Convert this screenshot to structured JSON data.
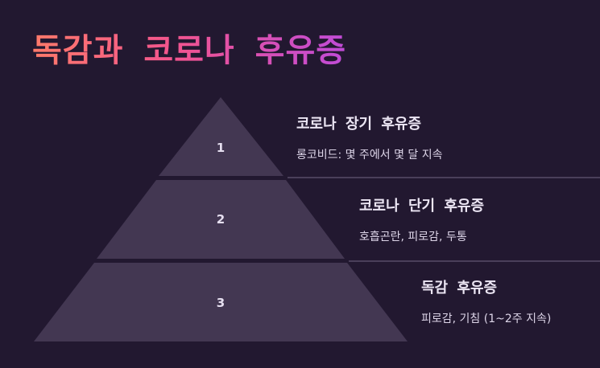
{
  "title": "독감과 코로나 후유증",
  "colors": {
    "background": "#221830",
    "tier_fill": "#433752",
    "divider": "#4a3f5a",
    "title_gradient": [
      "#ff7a6a",
      "#f2548e",
      "#c04bd8"
    ]
  },
  "tiers": [
    {
      "number": "1",
      "heading": "코로나 장기 후유증",
      "description": "롱코비드: 몇 주에서 몇 달 지속"
    },
    {
      "number": "2",
      "heading": "코로나 단기 후유증",
      "description": "호흡곤란, 피로감, 두통"
    },
    {
      "number": "3",
      "heading": "독감 후유증",
      "description": "피로감, 기침 (1~2주 지속)"
    }
  ]
}
